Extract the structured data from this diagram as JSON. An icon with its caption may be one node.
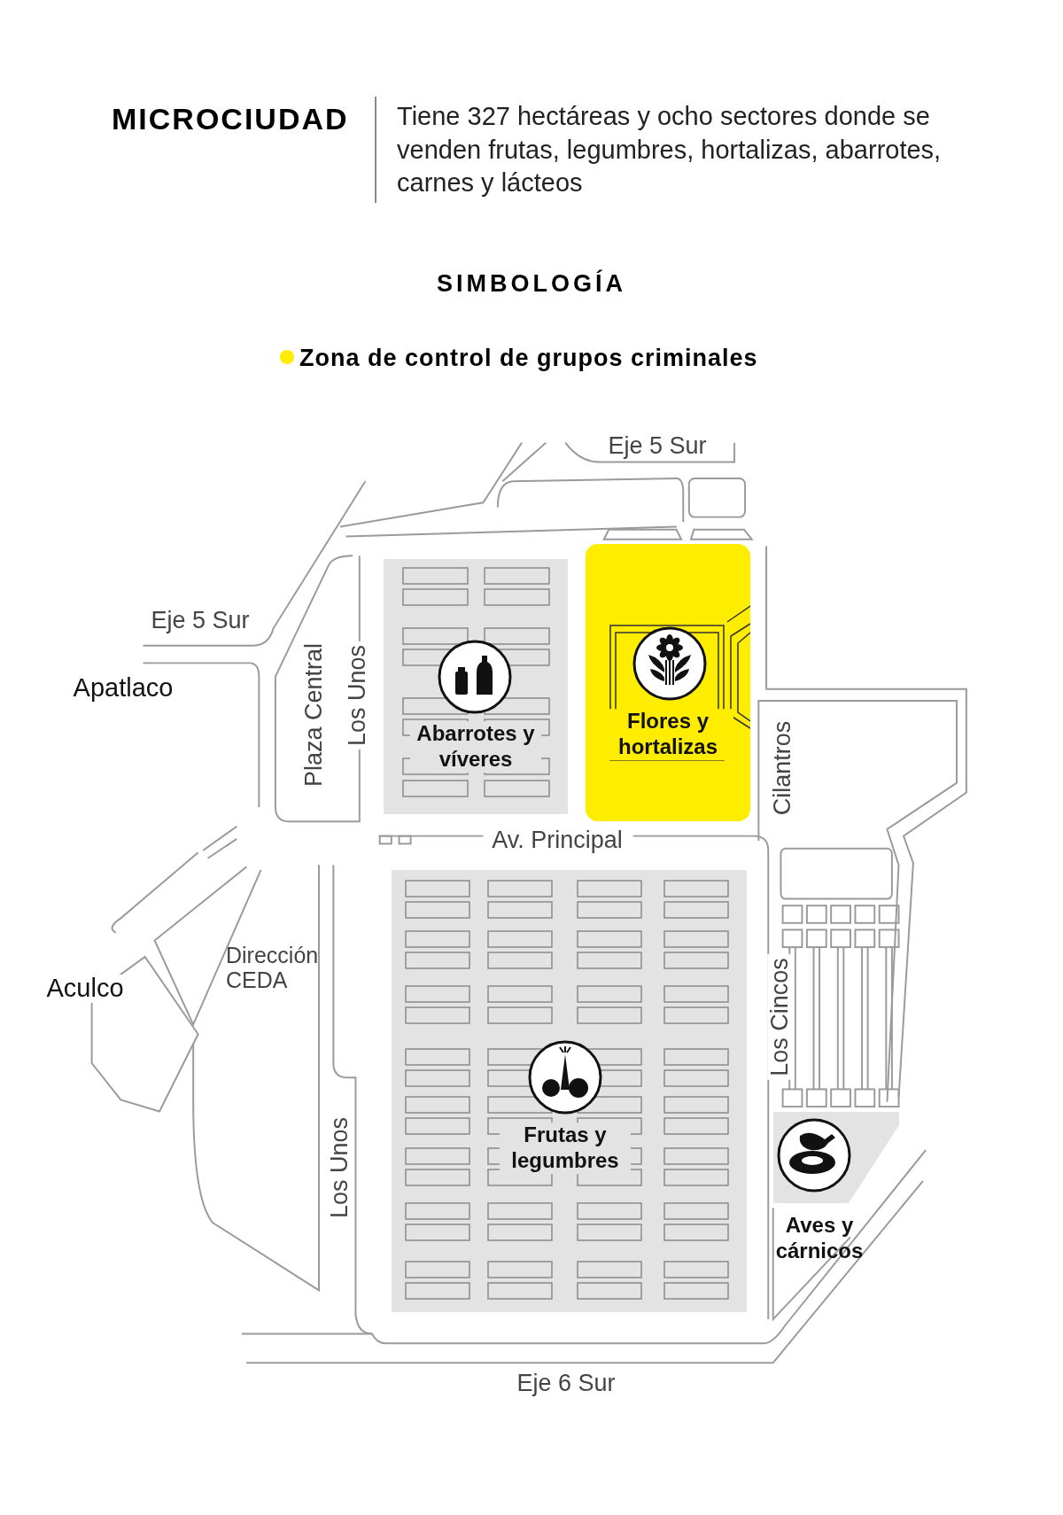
{
  "diagram": {
    "title": "MICROCIUDAD",
    "nodes": [
      {
        "text": [
          "Abarrotes y víveres"
        ]
      },
      {
        "text": [
          "Flores y hortalizas"
        ]
      },
      {
        "text": [
          "Frutas y legumbres"
        ]
      },
      {
        "text": [
          "Aves y cárnicos"
        ]
      }
    ],
    "edges": [],
    "labels": [
      "Tiene 327 hectáreas y ocho sectores donde se venden frutas, legumbres, hortalizas, abarrotes, carnes y lácteos",
      "SIMBOLOGÍA",
      "Eje 5 Sur",
      "Eje 5 Sur",
      "Apatlaco",
      "Plaza Central",
      "Los Unos",
      "Cilantros",
      "Av. Principal",
      "Aculco",
      "Dirección CEDA",
      "Los Cincos",
      "Los Unos",
      "Eje 6 Sur"
    ],
    "legend": [
      {
        "text": "Zona de control de grupos criminales",
        "color": "#ffed00"
      }
    ]
  }
}
